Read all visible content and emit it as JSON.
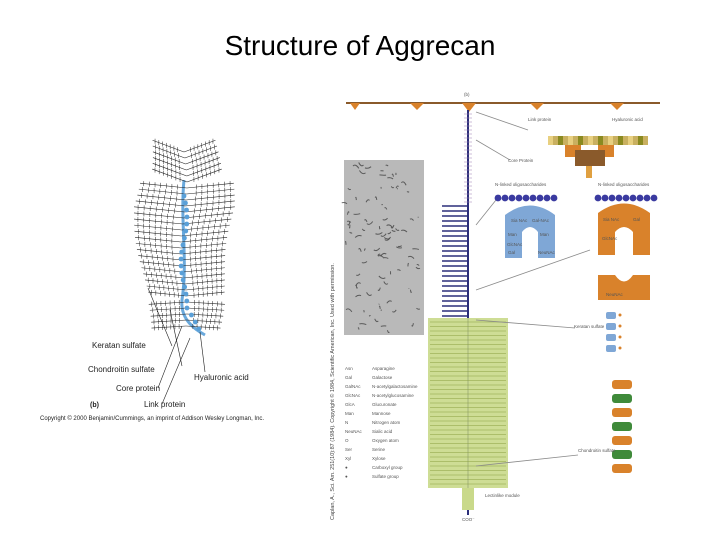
{
  "title": "Structure of Aggrecan",
  "left_panel": {
    "labels": {
      "keratan_sulfate": "Keratan sulfate",
      "chondroitin_sulfate": "Chondroitin sulfate",
      "core_protein": "Core protein",
      "hyaluronic_acid": "Hyaluronic acid",
      "link_protein": "Link protein",
      "panel_letter": "(b)"
    },
    "copyright": "Copyright © 2000 Benjamin/Cummings, an imprint of Addison Wesley Longman, Inc."
  },
  "micrograph": {
    "side_caption": "Caplan, A., Sci. Am. 251(10):87 (1984). Copyright © 1984, Scientific American, Inc. Used with permission."
  },
  "right_panel": {
    "panel_letter": "(b)",
    "labels": {
      "link_protein": "Link protein",
      "hyaluronic_acid": "Hyaluronic acid",
      "core_protein": "Core Protein",
      "n_linked_left": "N-linked oligosaccharides",
      "n_linked_right": "N-linked oligosaccharides",
      "keratan_sulfate": "Keratan sulfate",
      "chondroitin_sulfate": "Chondroitin sulfate",
      "lectin_module": "Lectinlike module",
      "coo": "COO⁻"
    },
    "sugar_terms_left": [
      "Sia NAc",
      "Gal-NAc",
      "Man",
      "Man",
      "GlcNAc",
      "Gal",
      "NeuNAc"
    ],
    "sugar_terms_right": [
      "Sia NAc",
      "Gal",
      "GlcNAc",
      "NeuNAc"
    ],
    "legend": [
      {
        "abbr": "Asn",
        "meaning": "Asparagine"
      },
      {
        "abbr": "Gal",
        "meaning": "Galactose"
      },
      {
        "abbr": "GalNAc",
        "meaning": "N-acetylgalactosamine"
      },
      {
        "abbr": "GlcNAc",
        "meaning": "N-acetylglucosamine"
      },
      {
        "abbr": "GlcA",
        "meaning": "Glucuronate"
      },
      {
        "abbr": "Man",
        "meaning": "Mannose"
      },
      {
        "abbr": "N",
        "meaning": "Nitrogen atom"
      },
      {
        "abbr": "NeuNAc",
        "meaning": "Sialic acid"
      },
      {
        "abbr": "O",
        "meaning": "Oxygen atom"
      },
      {
        "abbr": "Ser",
        "meaning": "Serine"
      },
      {
        "abbr": "Xyl",
        "meaning": "Xylose"
      },
      {
        "abbr": "●",
        "meaning": "Carboxyl group"
      },
      {
        "abbr": "●",
        "meaning": "Sulfate group"
      }
    ]
  },
  "colors": {
    "orange": "#d9822b",
    "brown": "#8a5a2b",
    "navy": "#2c2f7a",
    "lime": "#c9d98a",
    "blue_dot": "#5aa0d8",
    "purple_sugar": "#3a3aa0",
    "light_blue_sugar": "#7fa7d6"
  }
}
